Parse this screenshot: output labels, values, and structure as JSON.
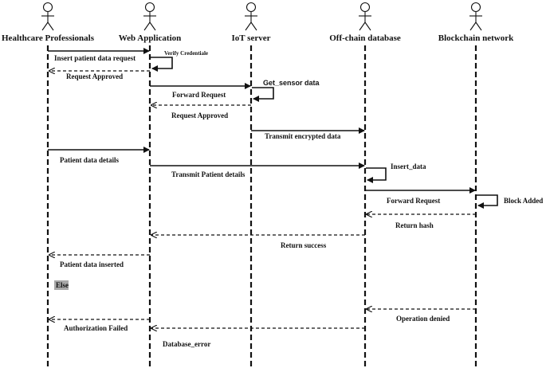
{
  "actors": [
    {
      "name": "Healthcare Professionals"
    },
    {
      "name": "Web Application"
    },
    {
      "name": "IoT server"
    },
    {
      "name": "Off-chain database"
    },
    {
      "name": "Blockchain network"
    }
  ],
  "messages": {
    "insert_request": "Insert patient data request",
    "verify_credentials": "Verify Credentiale",
    "request_approved_1": "Request Approved",
    "get_sensor_data": "Get_sensor data",
    "forward_request_1": "Forward Request",
    "request_approved_2": "Request Approved",
    "transmit_encrypted": "Transmit encrypted data",
    "patient_data_details": "Patient data details",
    "transmit_patient_details": "Transmit Patient details",
    "insert_data": "Insert_data",
    "forward_request_2": "Forward Request",
    "block_added": "Block Added",
    "return_hash": "Return hash",
    "return_success": "Return success",
    "patient_data_inserted": "Patient data inserted",
    "else": "Else",
    "operation_denied": "Operation denied",
    "authorization_failed": "Authorization Failed",
    "database_error": "Database_error"
  },
  "colors": {
    "line": "#111111",
    "else_box": "#a8a8a8",
    "background": "#ffffff"
  }
}
